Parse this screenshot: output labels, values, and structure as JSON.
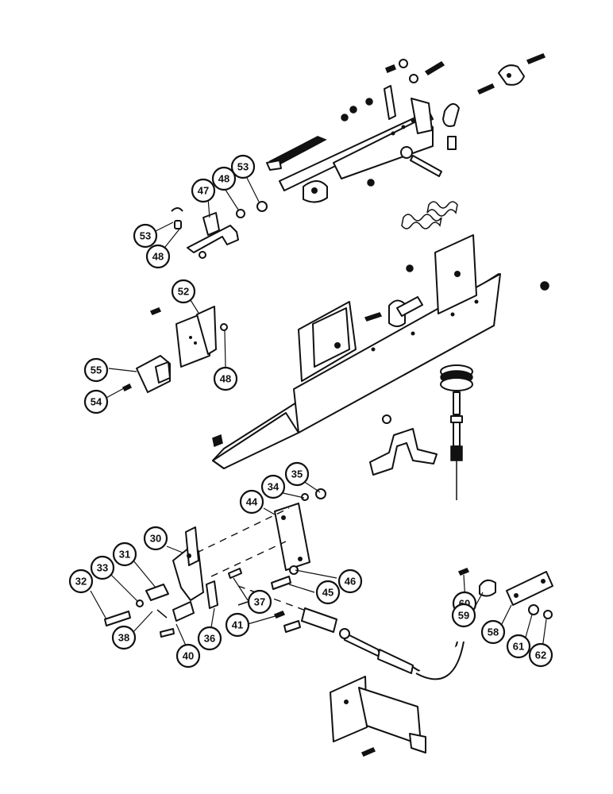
{
  "diagram": {
    "callouts": [
      {
        "id": "c53a",
        "label": "53"
      },
      {
        "id": "c48a",
        "label": "48"
      },
      {
        "id": "c47",
        "label": "47"
      },
      {
        "id": "c48b",
        "label": "48"
      },
      {
        "id": "c53b",
        "label": "53"
      },
      {
        "id": "c52",
        "label": "52"
      },
      {
        "id": "c48c",
        "label": "48"
      },
      {
        "id": "c55",
        "label": "55"
      },
      {
        "id": "c54",
        "label": "54"
      },
      {
        "id": "c35",
        "label": "35"
      },
      {
        "id": "c34",
        "label": "34"
      },
      {
        "id": "c44",
        "label": "44"
      },
      {
        "id": "c30",
        "label": "30"
      },
      {
        "id": "c31",
        "label": "31"
      },
      {
        "id": "c33",
        "label": "33"
      },
      {
        "id": "c32",
        "label": "32"
      },
      {
        "id": "c46",
        "label": "46"
      },
      {
        "id": "c45",
        "label": "45"
      },
      {
        "id": "c37",
        "label": "37"
      },
      {
        "id": "c38",
        "label": "38"
      },
      {
        "id": "c41",
        "label": "41"
      },
      {
        "id": "c36",
        "label": "36"
      },
      {
        "id": "c40",
        "label": "40"
      },
      {
        "id": "c60",
        "label": "60"
      },
      {
        "id": "c59",
        "label": "59"
      },
      {
        "id": "c58",
        "label": "58"
      },
      {
        "id": "c61",
        "label": "61"
      },
      {
        "id": "c62",
        "label": "62"
      }
    ]
  }
}
